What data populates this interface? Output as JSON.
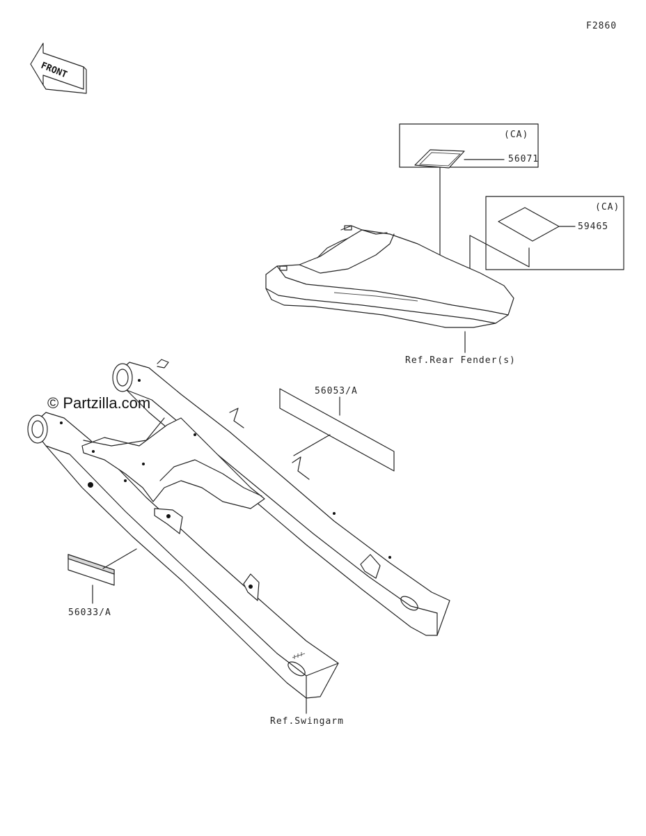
{
  "figure_code": "F2860",
  "front_arrow_text": "FRONT",
  "watermark": "© Partzilla.com",
  "callouts": {
    "p56071": "56071",
    "p59465": "59465",
    "p56053": "56053/A",
    "p56033": "56033/A",
    "ca_1": "(CA)",
    "ca_2": "(CA)",
    "ref_fender": "Ref.Rear Fender(s)",
    "ref_swingarm": "Ref.Swingarm"
  }
}
